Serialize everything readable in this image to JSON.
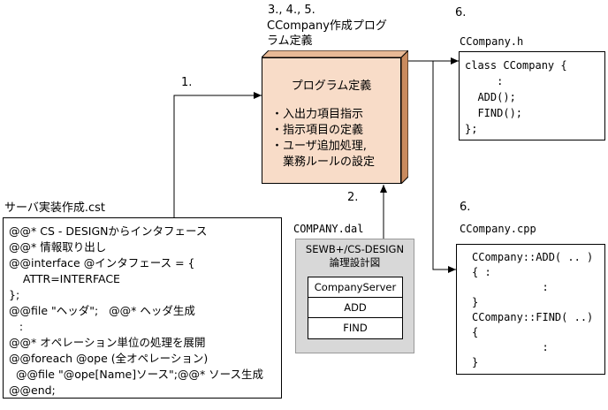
{
  "steps": {
    "s1": "1.",
    "s2": "2.",
    "s345": "3., 4., 5.",
    "s6a": "6.",
    "s6b": "6."
  },
  "program": {
    "caption_line1": "CCompany作成プログ",
    "caption_line2": "ラム定義",
    "title": "プログラム定義",
    "items": [
      "・入出力項目指示",
      "・指示項目の定義",
      "・ユーザ追加処理,",
      "　業務ルールの設定"
    ]
  },
  "cst": {
    "filename": "サーバ実装作成.cst",
    "lines": [
      "@@* CS - DESIGNからインタフェース",
      "@@* 情報取り出し",
      "@@interface @インタフェース = {",
      "    ATTR=INTERFACE",
      "};",
      "@@file \"ヘッダ\";   @@* ヘッダ生成",
      "   :",
      "@@* オペレーション単位の処理を展開",
      "@@foreach @ope (全オペレーション)",
      "  @@file \"@ope[Name]ソース\";@@* ソース生成",
      "@@end;"
    ]
  },
  "dal": {
    "filename": "COMPANY.dal",
    "header_line1": "SEWB+/CS-DESIGN",
    "header_line2": "論理設計図",
    "rows": [
      "CompanyServer",
      "ADD",
      "FIND"
    ]
  },
  "header_file": {
    "filename": "CCompany.h",
    "lines": [
      "class CCompany {",
      "     :",
      "  ADD();",
      "  FIND();",
      "};"
    ]
  },
  "cpp_file": {
    "filename": "CCompany.cpp",
    "lines": [
      "CCompany::ADD( .. )",
      "{ :",
      "           :",
      "}",
      "CCompany::FIND( ..)",
      "{",
      "           :",
      "}"
    ]
  }
}
